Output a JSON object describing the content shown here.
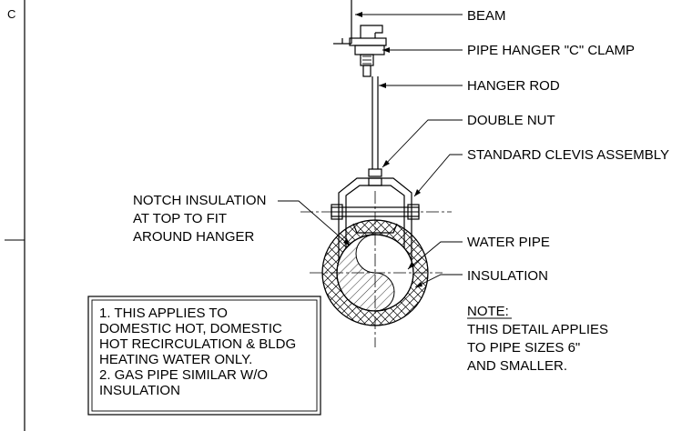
{
  "grid_ref": "C",
  "callouts": {
    "beam": "BEAM",
    "c_clamp": "PIPE HANGER \"C\" CLAMP",
    "hanger_rod": "HANGER ROD",
    "double_nut": "DOUBLE NUT",
    "clevis": "STANDARD CLEVIS ASSEMBLY",
    "notch_line1": "NOTCH INSULATION",
    "notch_line2": "AT TOP TO FIT",
    "notch_line3": "AROUND HANGER",
    "water_pipe": "WATER PIPE",
    "insulation": "INSULATION"
  },
  "note": {
    "heading": "NOTE:",
    "line1": "THIS DETAIL APPLIES",
    "line2": "TO PIPE SIZES 6\"",
    "line3": "AND SMALLER."
  },
  "general_notes": {
    "line1": "1. THIS APPLIES TO",
    "line2": "DOMESTIC HOT, DOMESTIC",
    "line3": "HOT RECIRCULATION & BLDG",
    "line4": "HEATING WATER ONLY.",
    "line5": "2. GAS PIPE SIMILAR W/O",
    "line6": "INSULATION"
  }
}
